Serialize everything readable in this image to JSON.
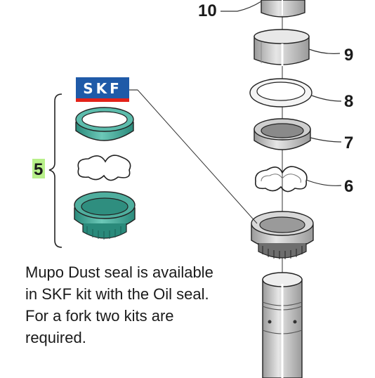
{
  "callouts": {
    "part_10": "10",
    "part_9": "9",
    "part_8": "8",
    "part_7": "7",
    "part_6": "6",
    "kit_5": "5"
  },
  "logo": {
    "text": "SKF",
    "bg_color": "#1f5aa8",
    "stripe_color": "#e32219"
  },
  "note": {
    "lines": [
      "Mupo Dust seal is available",
      "in SKF kit with the Oil seal.",
      "For a fork two kits are",
      "required."
    ]
  },
  "colors": {
    "kit_teal": "#3fa898",
    "kit_label_highlight": "#b8f08a",
    "part_gray": "#bdbdbd",
    "line": "#333333"
  }
}
